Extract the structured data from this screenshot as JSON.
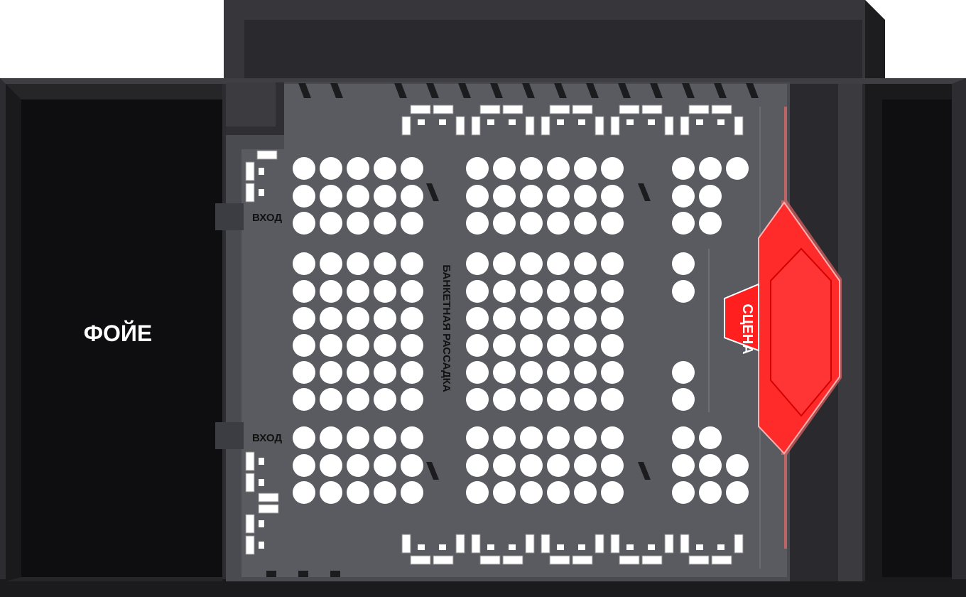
{
  "labels": {
    "foyer": "ФОЙЕ",
    "entrance_top": "ВХОД",
    "entrance_bottom": "ВХОД",
    "seating": "БАНКЕТНАЯ РАССАДКА",
    "stage": "СЦЕНА"
  },
  "colors": {
    "foyer": "#0e0e10",
    "hall_floor": "#5a5b61",
    "walls": "#2b2b2f",
    "stage": "#ff1f1f",
    "tables": "#ffffff"
  },
  "icons": {
    "table": "round-table-icon",
    "sofa": "sofa-icon",
    "speaker": "speaker-icon"
  }
}
